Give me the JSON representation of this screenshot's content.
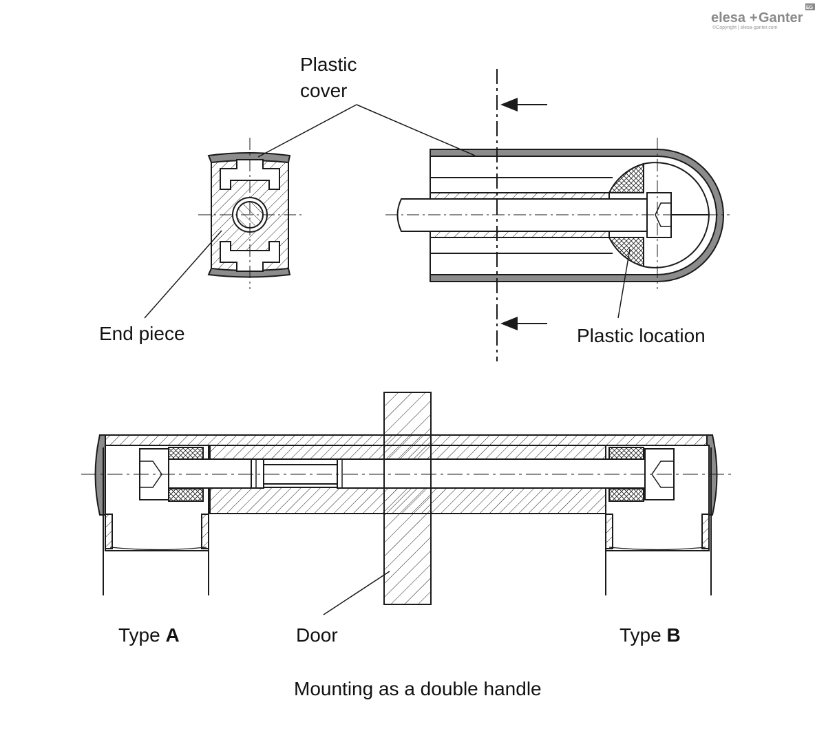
{
  "brand": {
    "logo_left": "elesa",
    "logo_plus": "+",
    "logo_right": "Ganter",
    "badge": "EG",
    "copyright": "©Copyright | elesa-ganter.com"
  },
  "labels": {
    "plastic_cover_line1": "Plastic",
    "plastic_cover_line2": "cover",
    "end_piece": "End piece",
    "plastic_location": "Plastic location",
    "type_a_prefix": "Type ",
    "type_a_letter": "A",
    "door": "Door",
    "type_b_prefix": "Type ",
    "type_b_letter": "B",
    "caption": "Mounting as a double handle"
  },
  "colors": {
    "line": "#1a1a1a",
    "cover_gray": "#8c8c8c",
    "text": "#111111",
    "brand_gray": "#8a8a8a"
  }
}
